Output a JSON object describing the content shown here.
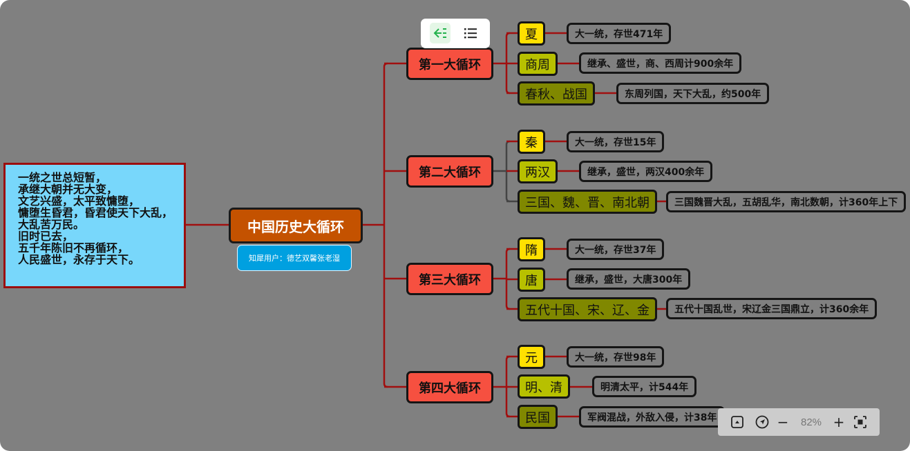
{
  "note": {
    "lines": [
      "一统之世总短暂，",
      "承继大朝并无大变，",
      "文艺兴盛，太平致慵堕，",
      "慵堕生昏君，昏君使天下大乱，",
      "大乱苦万民。",
      "旧时已去，",
      "五千年陈旧不再循环，",
      "人民盛世，永存于天下。"
    ]
  },
  "root": {
    "title": "中国历史大循环",
    "author_tag": "知犀用户：德艺双馨张老湿"
  },
  "cycles": [
    {
      "label": "第一大循环",
      "periods": [
        {
          "name": "夏",
          "note": "大一统，存世471年",
          "tier": "unify"
        },
        {
          "name": "商周",
          "note": "继承、盛世，商、西周计900余年",
          "tier": "prosper"
        },
        {
          "name": "春秋、战国",
          "note": "东周列国，天下大乱，约500年",
          "tier": "chaos"
        }
      ]
    },
    {
      "label": "第二大循环",
      "periods": [
        {
          "name": "秦",
          "note": "大一统，存世15年",
          "tier": "unify"
        },
        {
          "name": "两汉",
          "note": "继承，盛世，两汉400余年",
          "tier": "prosper"
        },
        {
          "name": "三国、魏、晋、南北朝",
          "note": "三国魏晋大乱，五胡乱华，南北数朝，计360年上下",
          "tier": "chaos"
        }
      ]
    },
    {
      "label": "第三大循环",
      "periods": [
        {
          "name": "隋",
          "note": "大一统，存世37年",
          "tier": "unify"
        },
        {
          "name": "唐",
          "note": "继承，盛世，大唐300年",
          "tier": "prosper"
        },
        {
          "name": "五代十国、宋、辽、金",
          "note": "五代十国乱世，宋辽金三国鼎立，计360余年",
          "tier": "chaos"
        }
      ]
    },
    {
      "label": "第四大循环",
      "periods": [
        {
          "name": "元",
          "note": "大一统，存世98年",
          "tier": "unify"
        },
        {
          "name": "明、清",
          "note": "明清太平，计544年",
          "tier": "prosper"
        },
        {
          "name": "民国",
          "note": "军阀混战，外敌入侵，计38年",
          "tier": "chaos"
        }
      ]
    }
  ],
  "colors": {
    "canvas": "#808080",
    "link": "#a10f0f",
    "link_highlight": "#444444",
    "root": "#c45200",
    "cycle": "#f65040",
    "unify": "#ffe000",
    "prosper": "#b7c000",
    "chaos": "#808800",
    "note_box": "#78d7fb",
    "author_tag": "#00a0e0"
  },
  "toolbar": {
    "buttons": [
      {
        "icon": "mindmap-layout-icon",
        "active": true
      },
      {
        "icon": "outline-list-icon",
        "active": false
      }
    ]
  },
  "zoom_controls": {
    "minimap_icon": "minimap-toggle-icon",
    "locate_icon": "locate-center-icon",
    "zoom_out": "−",
    "zoom_level": "82%",
    "zoom_in": "+",
    "fit_icon": "fit-screen-icon"
  }
}
